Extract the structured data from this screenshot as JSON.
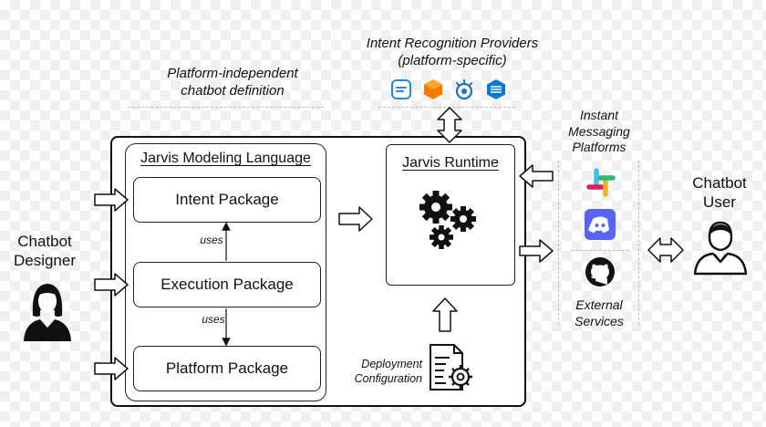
{
  "platform_indep": {
    "line1": "Platform-independent",
    "line2": "chatbot definition"
  },
  "intent_providers": {
    "line1": "Intent Recognition Providers",
    "line2": "(platform-specific)"
  },
  "jml": {
    "title": "Jarvis Modeling Language"
  },
  "packages": {
    "intent": "Intent Package",
    "execution": "Execution Package",
    "platform": "Platform Package"
  },
  "uses_label_1": "uses",
  "uses_label_2": "uses",
  "runtime": {
    "title": "Jarvis Runtime"
  },
  "deployment": {
    "line1": "Deployment",
    "line2": "Configuration"
  },
  "messaging": {
    "line1": "Instant",
    "line2": "Messaging",
    "line3": "Platforms"
  },
  "external": {
    "line1": "External",
    "line2": "Services"
  },
  "designer": {
    "line1": "Chatbot",
    "line2": "Designer"
  },
  "user": {
    "line1": "Chatbot",
    "line2": "User"
  },
  "icons": {
    "providers": [
      "dialogflow-icon",
      "lex-icon",
      "watson-icon",
      "luis-icon"
    ],
    "messaging": [
      "slack-icon",
      "discord-icon"
    ],
    "external": [
      "github-icon"
    ],
    "runtime": "gears-icon",
    "deployment": "config-document-gear-icon",
    "designer": "woman-avatar-icon",
    "user": "man-avatar-icon"
  },
  "colors": {
    "slack": "#36C5F0",
    "discord": "#5865F2",
    "dialogflow": "#1E88E5",
    "lex": "#F57C00",
    "watson": "#1F70C1",
    "luis": "#0078D4"
  }
}
